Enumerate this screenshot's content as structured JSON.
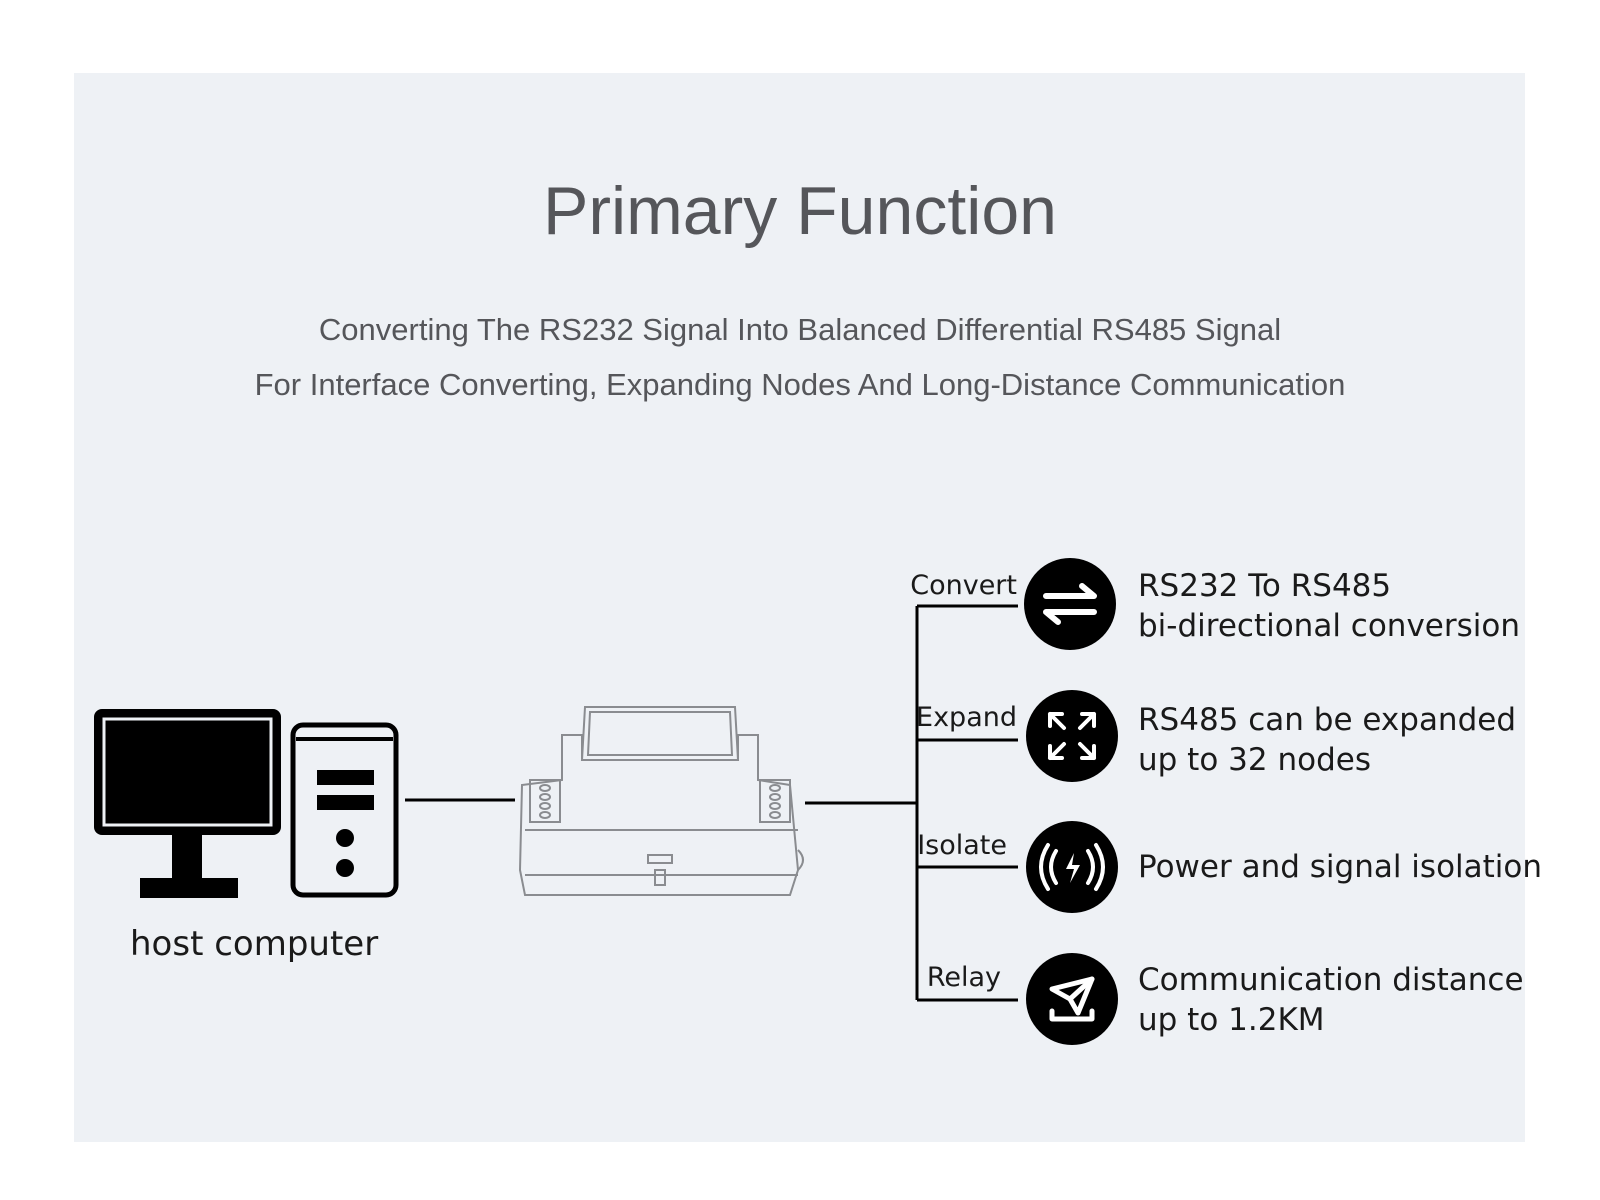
{
  "title": "Primary Function",
  "subtitle_lines": [
    "Converting The RS232 Signal Into Balanced Differential RS485 Signal",
    "For Interface Converting, Expanding Nodes And Long-Distance Communication"
  ],
  "host_label": "host computer",
  "branches": [
    {
      "label": "Convert",
      "icon": "bidirectional-arrows-icon",
      "lines": [
        "RS232 To RS485",
        "bi-directional conversion"
      ]
    },
    {
      "label": "Expand",
      "icon": "expand-arrows-icon",
      "lines": [
        "RS485 can be expanded",
        "up to 32 nodes"
      ]
    },
    {
      "label": "Isolate",
      "icon": "isolation-signal-icon",
      "lines": [
        "Power and signal isolation"
      ]
    },
    {
      "label": "Relay",
      "icon": "relay-send-icon",
      "lines": [
        "Communication distance",
        "up to 1.2KM"
      ]
    }
  ],
  "colors": {
    "panel": "#eef1f5",
    "heading": "#55565a",
    "icon_bg": "#000000"
  }
}
